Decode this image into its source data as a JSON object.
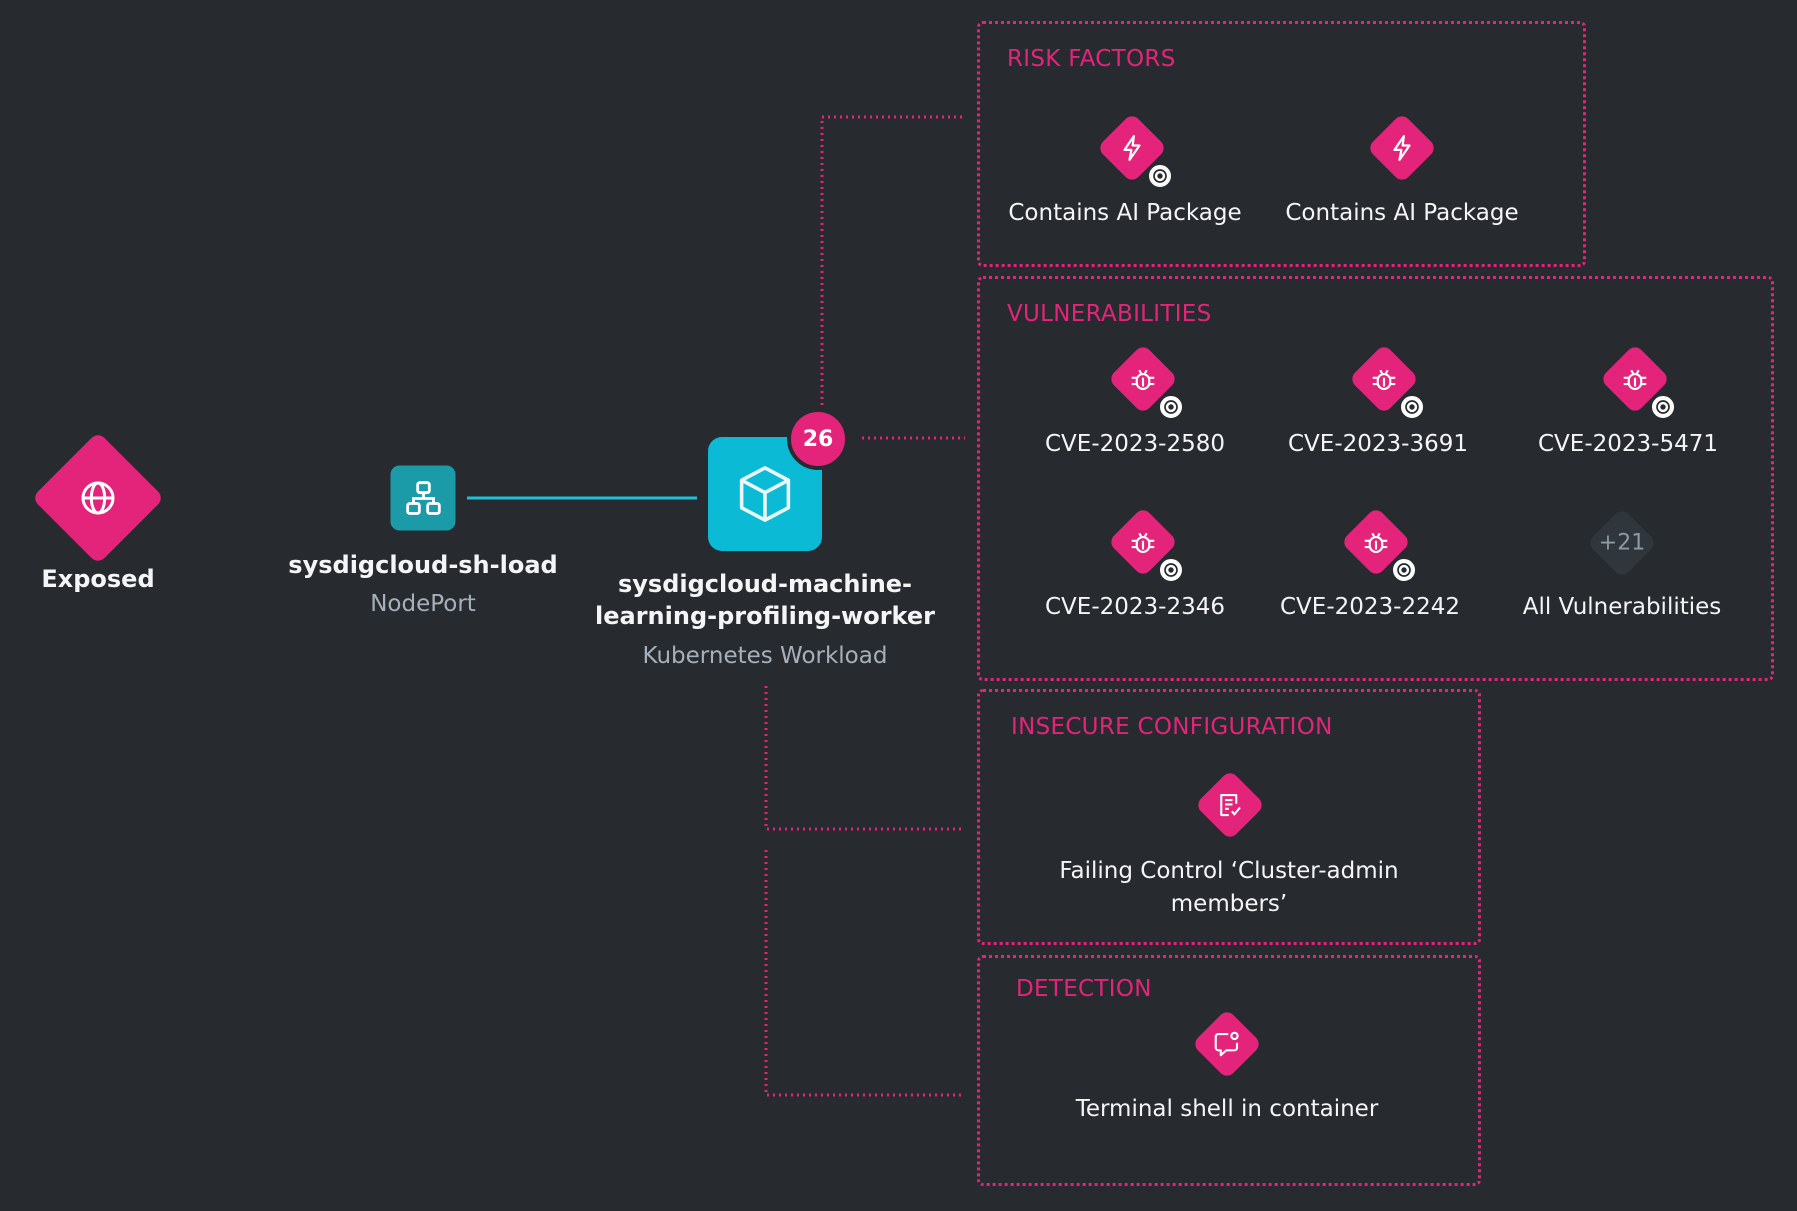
{
  "path": {
    "exposed": {
      "label": "Exposed",
      "icon": "globe-icon"
    },
    "service": {
      "name": "sysdigcloud-sh-load",
      "type": "NodePort",
      "icon": "network-nodes-icon"
    },
    "workload": {
      "name_line1": "sysdigcloud-machine-",
      "name_line2": "learning-profiling-worker",
      "type": "Kubernetes Workload",
      "icon": "cube-icon",
      "badge_count": "26"
    }
  },
  "risk_factors": {
    "title": "RISK FACTORS",
    "items": [
      {
        "label": "Contains AI Package",
        "icon": "bolt-icon",
        "has_target": true
      },
      {
        "label": "Contains AI Package",
        "icon": "bolt-icon",
        "has_target": false
      }
    ]
  },
  "vulnerabilities": {
    "title": "VULNERABILITIES",
    "items": [
      {
        "label": "CVE-2023-2580",
        "icon": "bug-icon"
      },
      {
        "label": "CVE-2023-3691",
        "icon": "bug-icon"
      },
      {
        "label": "CVE-2023-5471",
        "icon": "bug-icon"
      },
      {
        "label": "CVE-2023-2346",
        "icon": "bug-icon"
      },
      {
        "label": "CVE-2023-2242",
        "icon": "bug-icon"
      }
    ],
    "more": {
      "count": "+21",
      "label": "All Vulnerabilities"
    }
  },
  "insecure_configuration": {
    "title": "INSECURE CONFIGURATION",
    "item": {
      "label": "Failing Control ‘Cluster-admin members’",
      "icon": "checklist-icon"
    }
  },
  "detection": {
    "title": "DETECTION",
    "item": {
      "label": "Terminal shell in container",
      "icon": "chat-alert-icon"
    }
  },
  "colors": {
    "background": "#272b2f",
    "accent_pink": "#e3247a",
    "cyan": "#0bbad5",
    "teal": "#1b9aa8",
    "muted_text": "#a7b0ba"
  }
}
